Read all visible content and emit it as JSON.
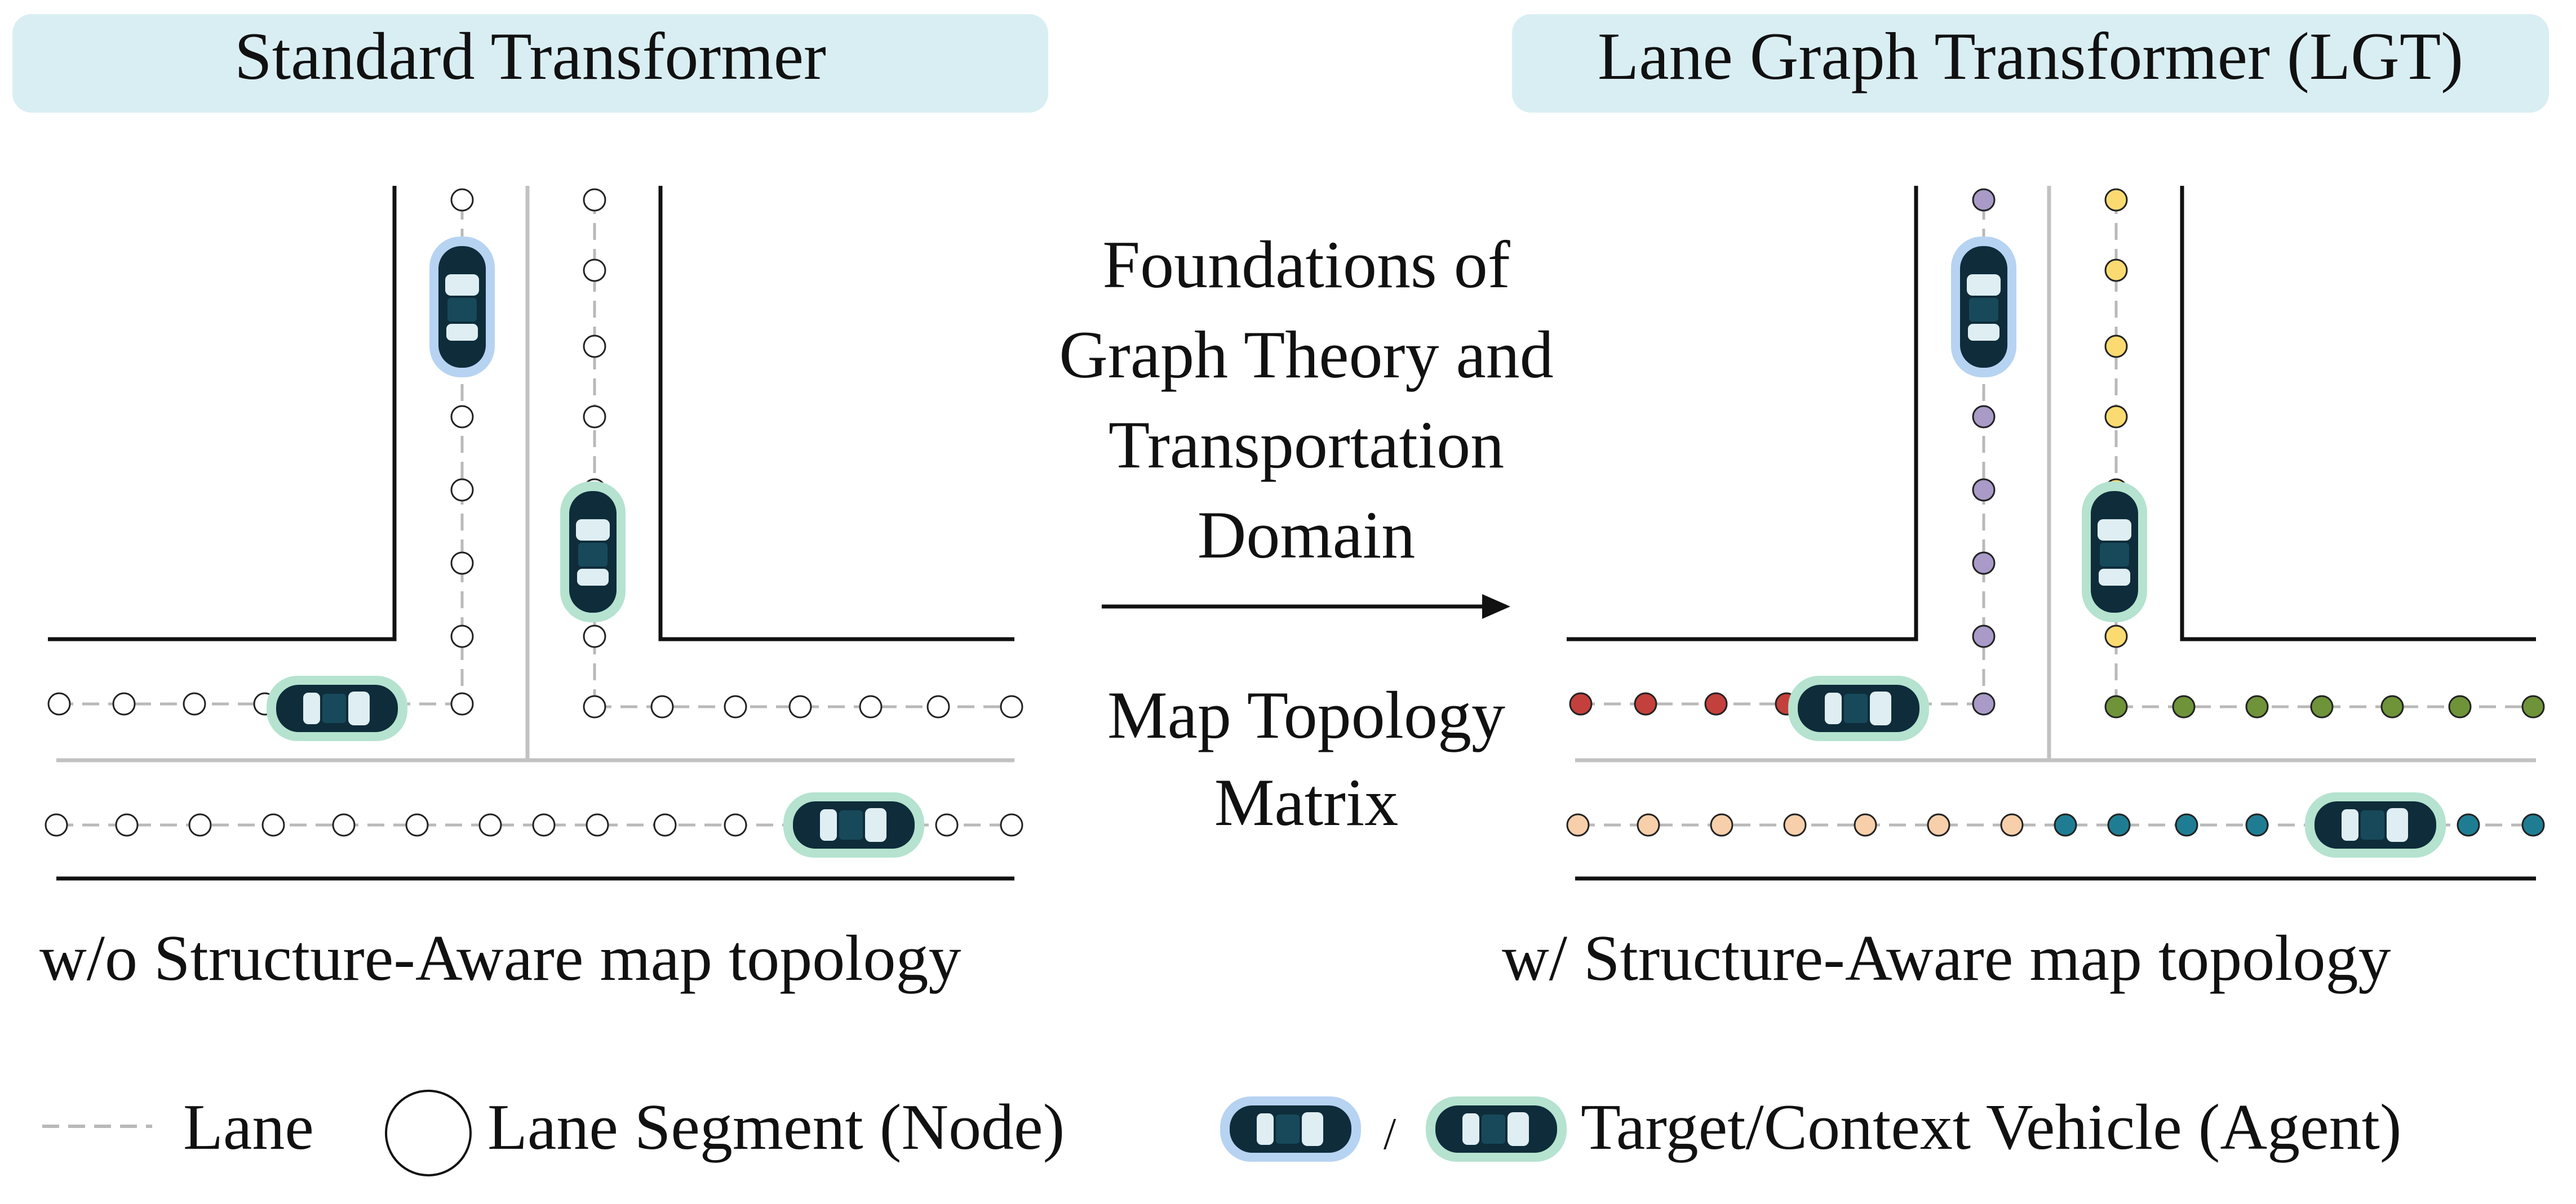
{
  "left_panel": {
    "title": "Standard Transformer",
    "caption": "w/o Structure-Aware map topology"
  },
  "right_panel": {
    "title": "Lane Graph Transformer (LGT)",
    "caption": "w/ Structure-Aware map topology"
  },
  "middle": {
    "top_text": [
      "Foundations of",
      "Graph Theory and",
      "Transportation",
      "Domain"
    ],
    "bottom_text": [
      "Map Topology",
      "Matrix"
    ]
  },
  "legend": {
    "lane": "Lane",
    "lane_segment": "Lane Segment (Node)",
    "separator": "/",
    "vehicle": "Target/Context Vehicle (Agent)"
  },
  "colors": {
    "title_bg": "#d9eef3",
    "road_edge": "#111111",
    "lane_divider": "#c2c2c2",
    "lane_dash": "#b9b9b9",
    "target_vehicle": "#b7d3f2",
    "context_vehicle": "#b5e3cf",
    "vehicle_body": "#0e2c3a",
    "node_plain": "#ffffff",
    "node_purple": "#a99ac7",
    "node_yellow": "#fbdb71",
    "node_red": "#c3403c",
    "node_green": "#6e9339",
    "node_peach": "#f7cfaa",
    "node_teal": "#1f7d93"
  }
}
